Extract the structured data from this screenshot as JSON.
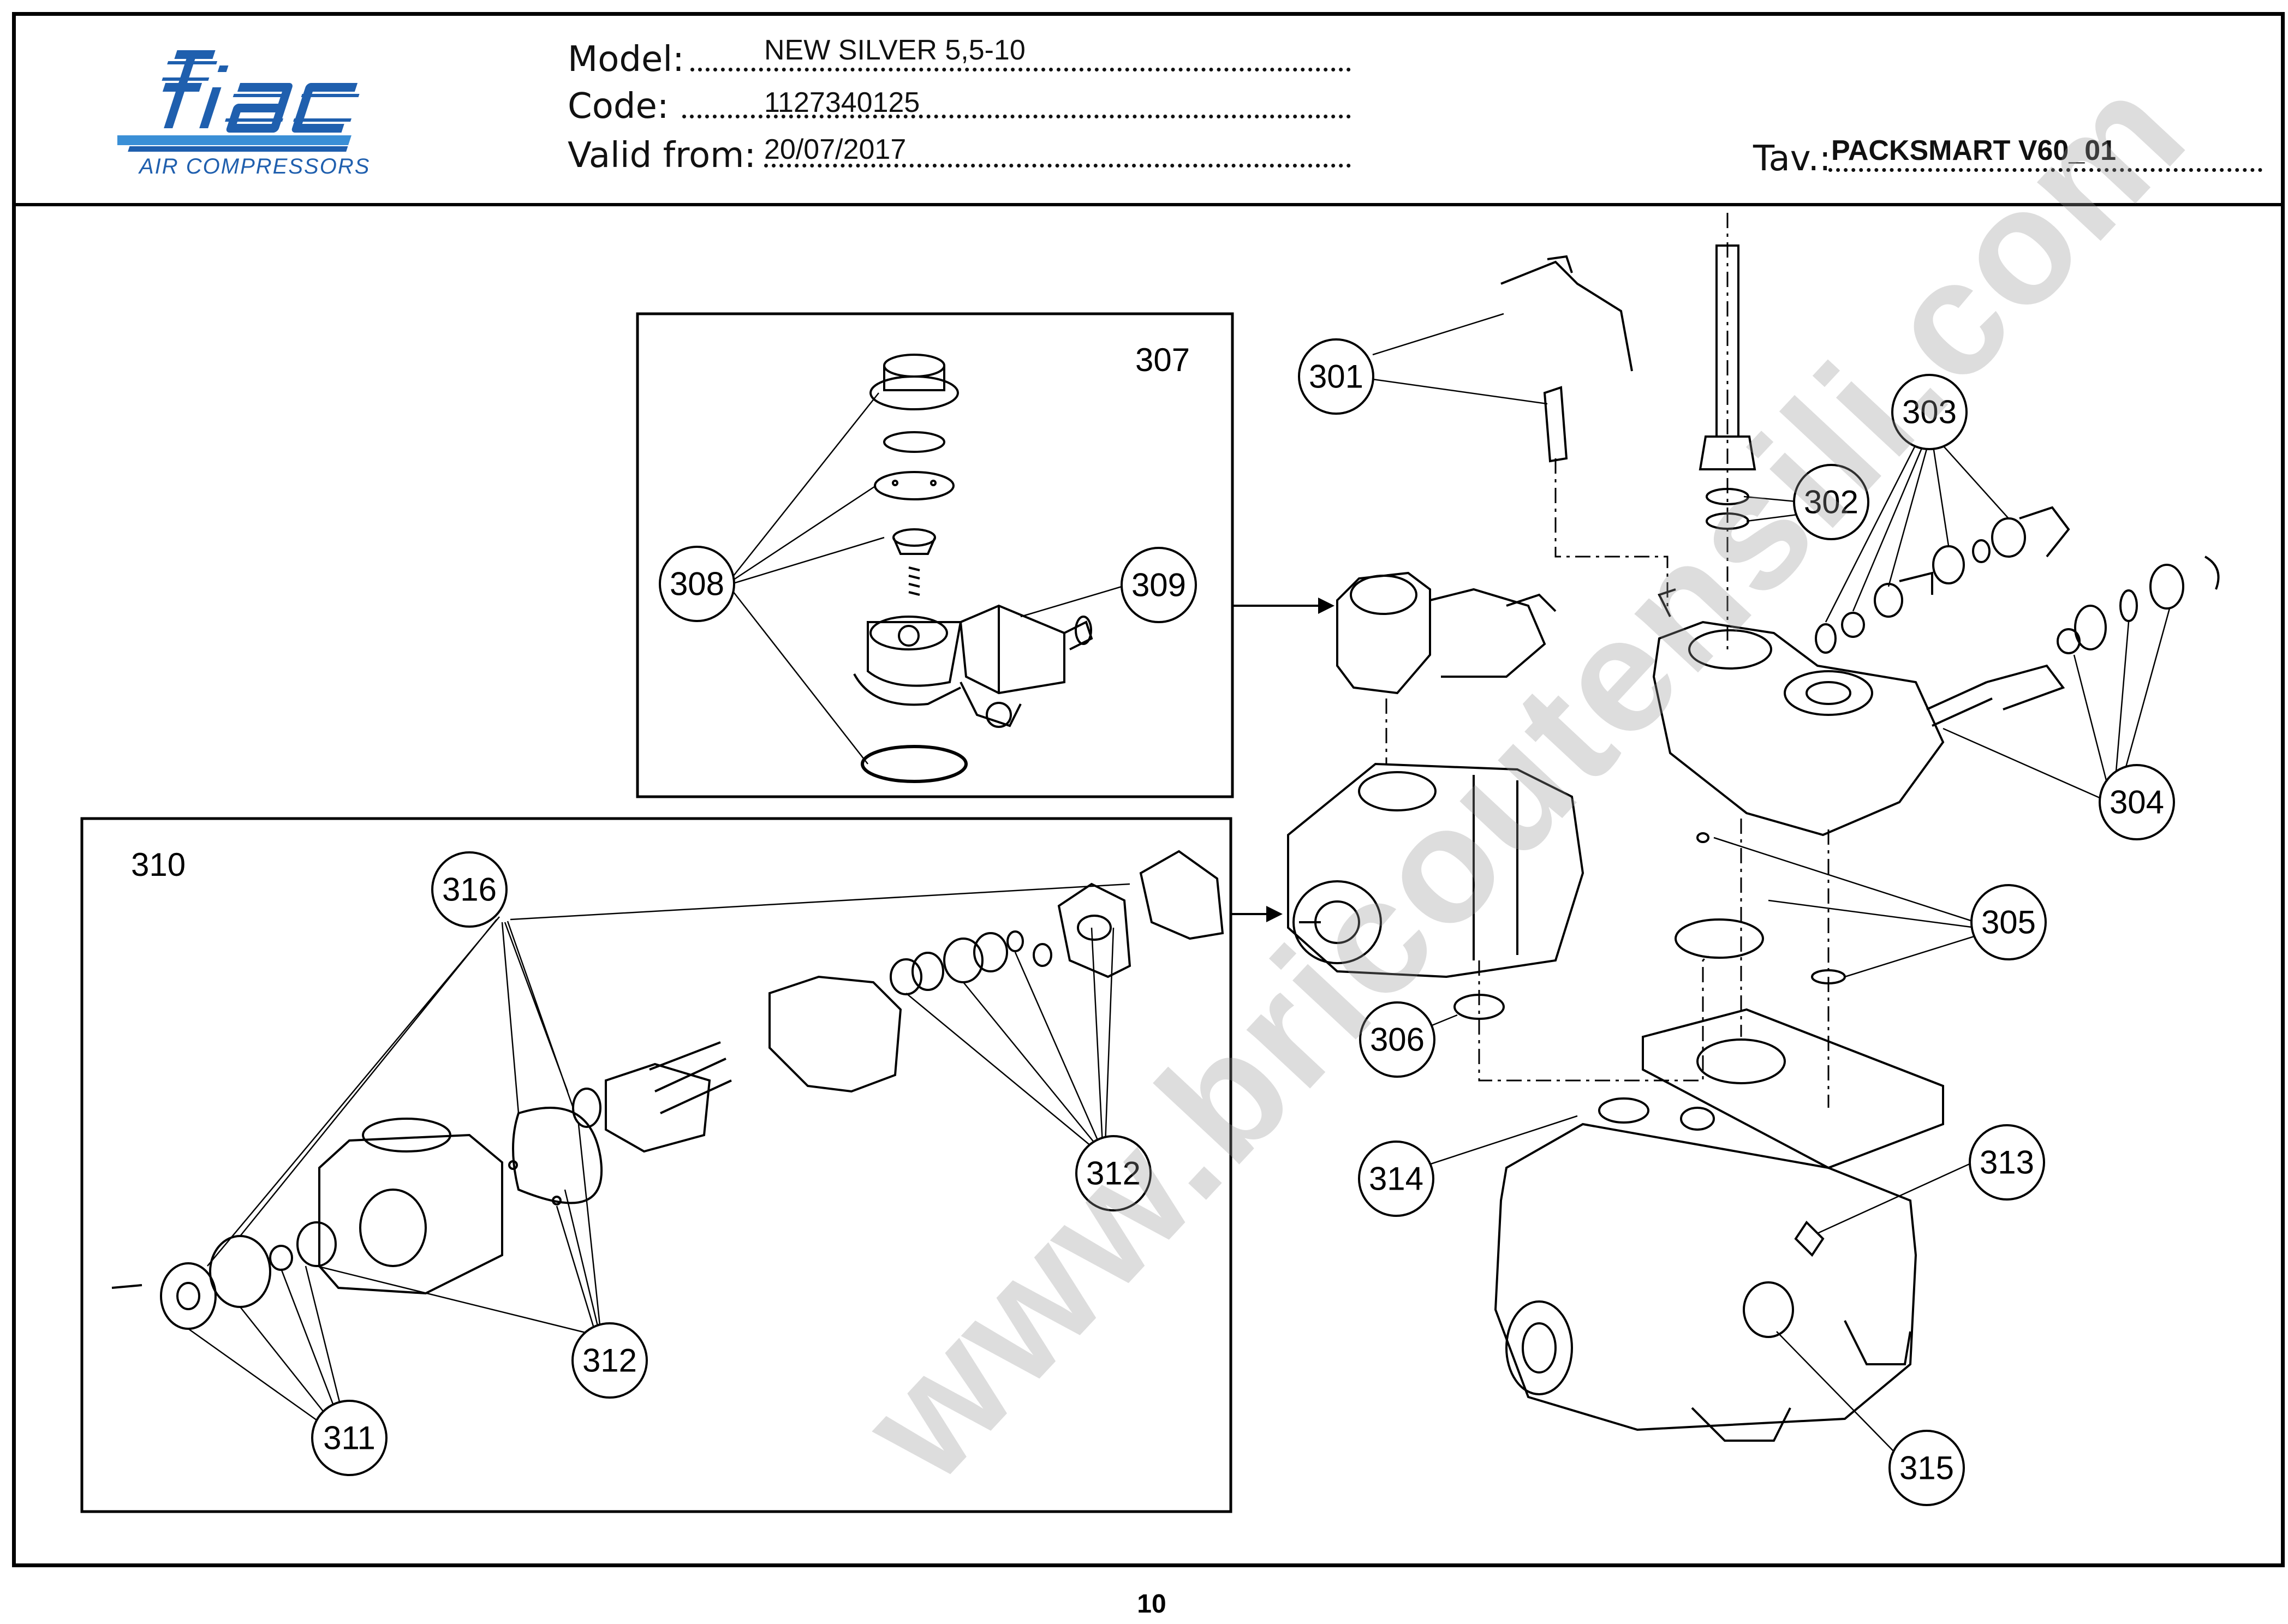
{
  "header": {
    "brand": "fiac",
    "brand_tagline": "AIR COMPRESSORS",
    "model_label": "Model:",
    "model_value": "NEW SILVER 5,5-10",
    "code_label": "Code:",
    "code_value": "1127340125",
    "valid_label": "Valid from:",
    "valid_value": "20/07/2017",
    "tav_label": "Tav.:",
    "tav_value": "PACKSMART V60_01"
  },
  "watermark": "www.bricoutensili.com",
  "page_number": "10",
  "colors": {
    "brand_blue": "#1f5fae",
    "brand_light_blue": "#3a8fd6",
    "line": "#000000"
  },
  "boxes": {
    "detail_307": "307",
    "detail_310": "310"
  },
  "callouts": {
    "c301": "301",
    "c302": "302",
    "c303": "303",
    "c304": "304",
    "c305": "305",
    "c306": "306",
    "c308": "308",
    "c309": "309",
    "c311": "311",
    "c312a": "312",
    "c312b": "312",
    "c313": "313",
    "c314": "314",
    "c315": "315",
    "c316": "316"
  }
}
